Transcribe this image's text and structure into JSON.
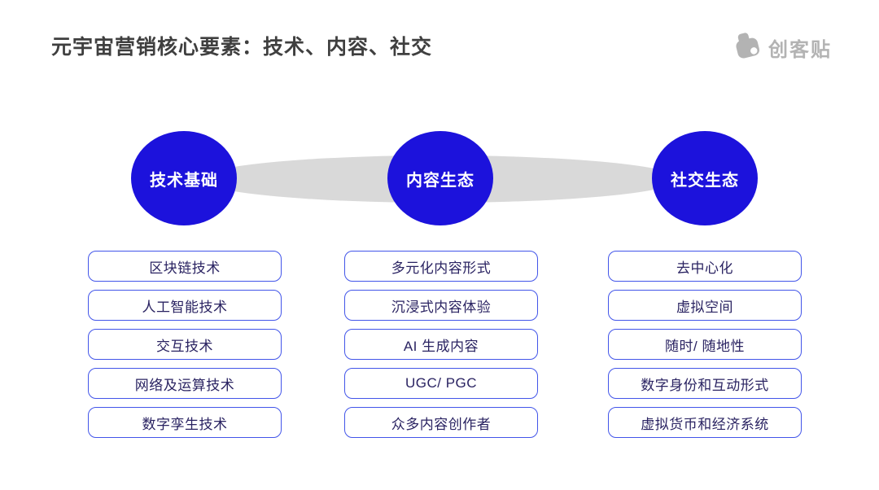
{
  "title": "元宇宙营销核心要素：技术、内容、社交",
  "logo": {
    "text": "创客贴",
    "icon": "chuangkit-mascot-icon"
  },
  "columns": [
    {
      "circle_label": "技术基础",
      "items": [
        "区块链技术",
        "人工智能技术",
        "交互技术",
        "网络及运算技术",
        "数字孪生技术"
      ]
    },
    {
      "circle_label": "内容生态",
      "items": [
        "多元化内容形式",
        "沉浸式内容体验",
        "AI 生成内容",
        "UGC/ PGC",
        "众多内容创作者"
      ]
    },
    {
      "circle_label": "社交生态",
      "items": [
        "去中心化",
        "虚拟空间",
        "随时/ 随地性",
        "数字身份和互动形式",
        "虚拟货币和经济系统"
      ]
    }
  ],
  "colors": {
    "circle_fill": "#1c12dc",
    "circle_text": "#ffffff",
    "box_border": "#4255e9",
    "box_text": "#2a2362",
    "connector_gray": "#d9d9d9",
    "title_text": "#3f3f3f",
    "logo_gray": "#b3b3b3",
    "background": "#ffffff"
  }
}
